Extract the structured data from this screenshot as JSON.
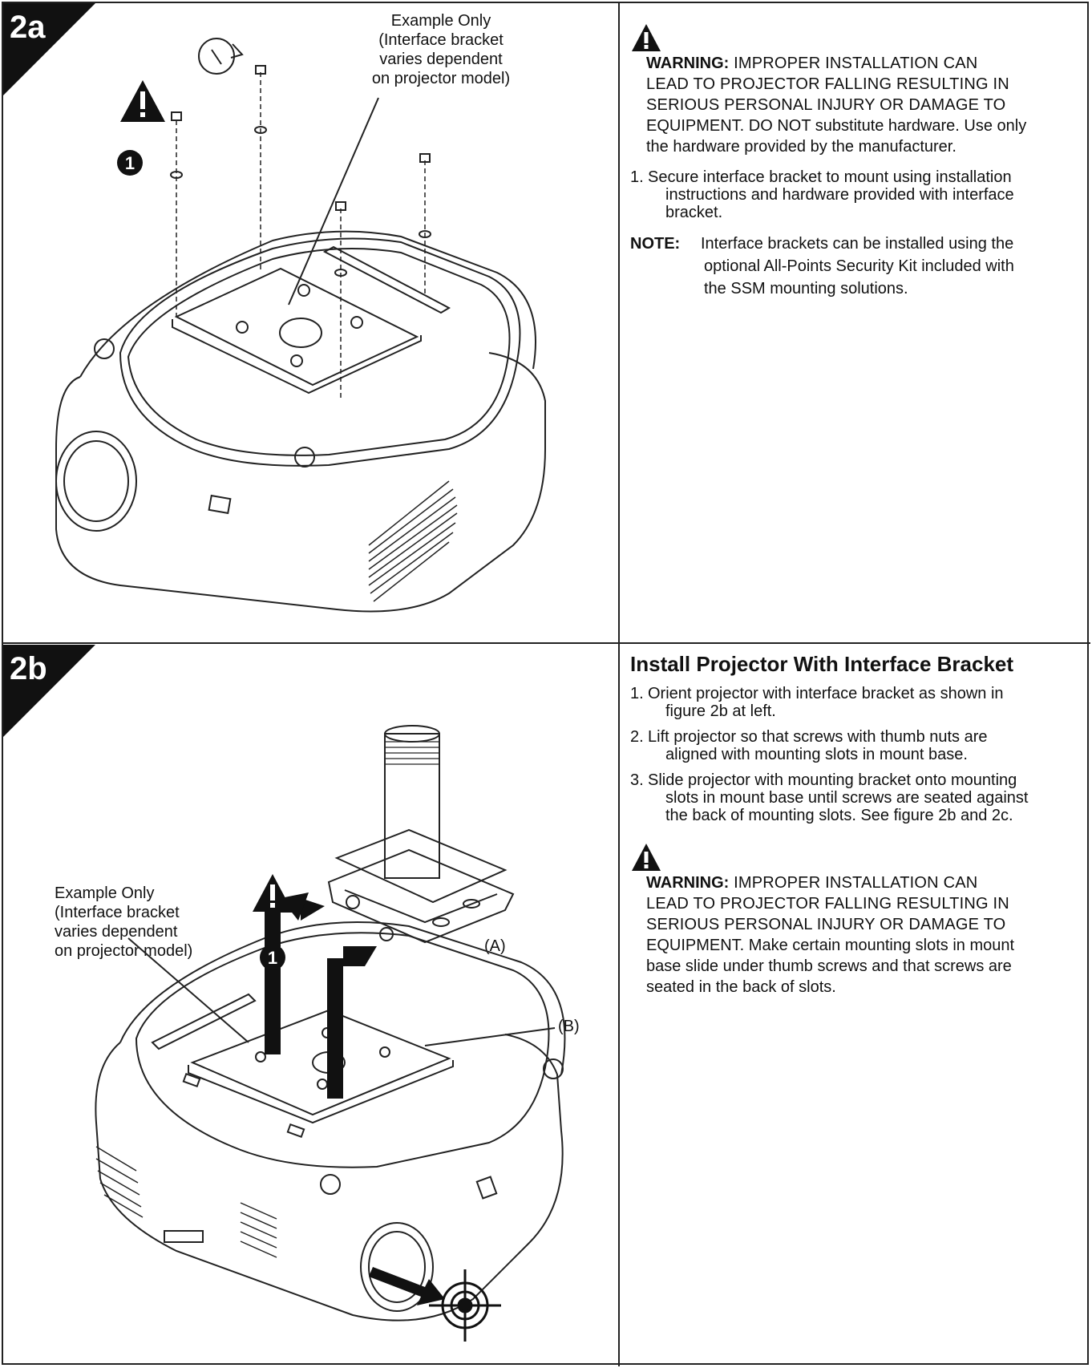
{
  "fig_a": {
    "label": "2a",
    "callout": [
      "Example Only",
      "(Interface bracket",
      "varies dependent",
      "on projector model)"
    ],
    "step_marker": "1"
  },
  "fig_b": {
    "label": "2b",
    "callout": [
      "Example Only",
      "(Interface bracket",
      "varies dependent",
      "on projector model)"
    ],
    "step_marker": "1",
    "label_a": "(A)",
    "label_b": "(B)"
  },
  "section_a": {
    "warning": {
      "head": "WARNING:",
      "lines": [
        " IMPROPER INSTALLATION CAN",
        "LEAD TO PROJECTOR FALLING RESULTING IN",
        "SERIOUS PERSONAL INJURY OR DAMAGE TO",
        "EQUIPMENT. DO NOT substitute hardware. Use only",
        "the hardware provided by the manufacturer."
      ]
    },
    "step": {
      "num": "1.",
      "lines": [
        "Secure interface bracket to mount using installation",
        "instructions and hardware provided with interface",
        "bracket."
      ]
    },
    "note": {
      "label": "NOTE:",
      "lines": [
        "Interface brackets can be installed using the",
        "optional All-Points Security Kit included with",
        "the SSM mounting solutions."
      ]
    }
  },
  "section_b": {
    "title": "Install Projector With Interface Bracket",
    "steps": [
      {
        "num": "1.",
        "lines": [
          "Orient projector with interface bracket as shown in",
          "figure 2b at left."
        ]
      },
      {
        "num": "2.",
        "lines": [
          "Lift projector so that screws with thumb nuts are",
          "aligned with mounting slots in mount base."
        ]
      },
      {
        "num": "3.",
        "lines": [
          "Slide projector with mounting bracket onto mounting",
          "slots in mount base until screws are seated against",
          "the back of mounting slots. See figure 2b and 2c."
        ]
      }
    ],
    "warning": {
      "head": "WARNING:",
      "lines": [
        " IMPROPER INSTALLATION CAN",
        "LEAD TO PROJECTOR FALLING RESULTING IN",
        "SERIOUS PERSONAL INJURY OR DAMAGE TO",
        "EQUIPMENT. Make certain mounting slots in mount",
        "base slide under thumb screws and that screws are",
        "seated in the back of slots."
      ]
    }
  }
}
